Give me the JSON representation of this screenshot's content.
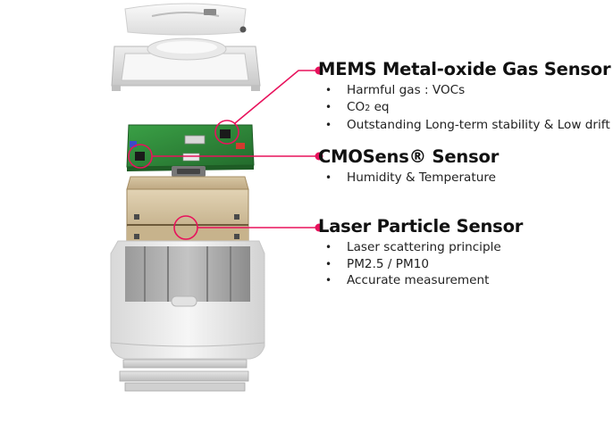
{
  "callouts": [
    {
      "title": "MEMS Metal-oxide Gas Sensor",
      "bullets": [
        "Harmful gas : VOCs",
        "CO2 eq",
        "Outstanding Long-term stability & Low drift"
      ]
    },
    {
      "title": "CMOSens® Sensor",
      "bullets": [
        "Humidity & Temperature"
      ]
    },
    {
      "title": "Laser Particle Sensor",
      "bullets": [
        "Laser scattering principle",
        "PM2.5 / PM10",
        "Accurate measurement"
      ]
    }
  ],
  "co2": {
    "prefix": "CO",
    "sub": "2",
    "suffix": " eq"
  },
  "colors": {
    "accent": "#e8125c",
    "pcb": "#2e8b3a",
    "housing": "#ececec",
    "particle_sensor": "#cdb995"
  }
}
